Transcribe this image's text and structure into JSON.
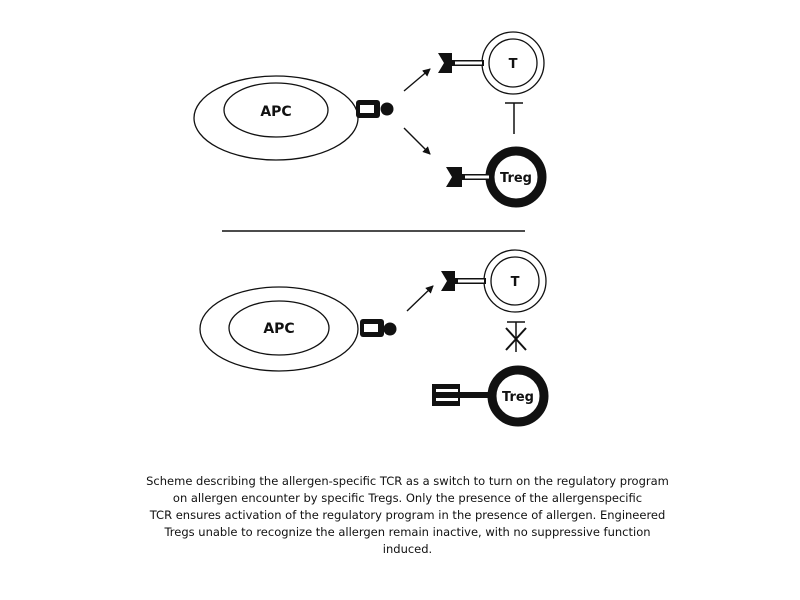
{
  "panels": {
    "top": {
      "apc_label": "APC",
      "t_label": "T",
      "treg_label": "Treg"
    },
    "bottom": {
      "apc_label": "APC",
      "t_label": "T",
      "treg_label": "Treg"
    }
  },
  "caption": {
    "lines": [
      "Scheme describing the allergen-specific TCR as a switch to turn on the regulatory program",
      "on allergen encounter by specific Tregs. Only the presence of the allergenspecific",
      "TCR ensures activation of the regulatory program in the presence of allergen. Engineered",
      "Tregs unable to recognize the allergen remain inactive, with no suppressive function",
      "induced."
    ]
  }
}
